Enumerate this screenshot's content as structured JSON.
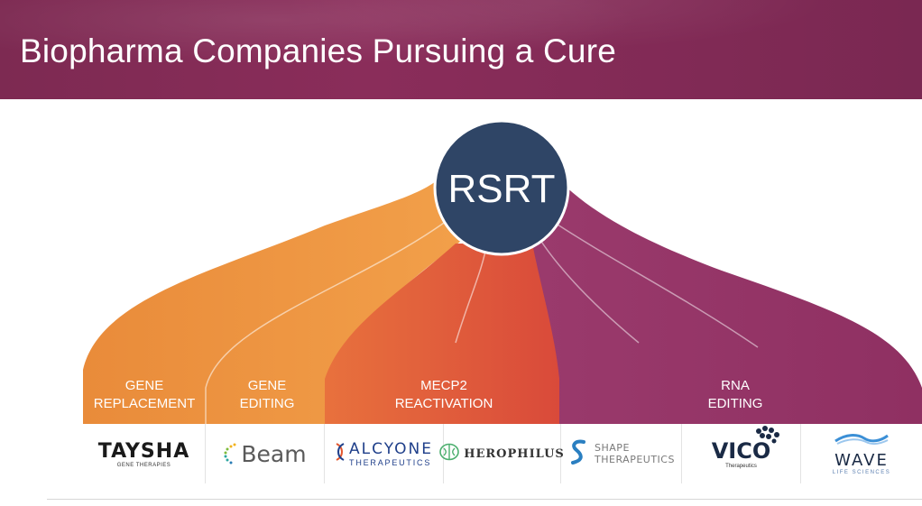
{
  "header": {
    "title": "Biopharma Companies Pursuing a Cure"
  },
  "center_node": {
    "label": "RSRT"
  },
  "categories": [
    {
      "line1": "GENE",
      "line2": "REPLACEMENT",
      "color": "#e9913d"
    },
    {
      "line1": "GENE",
      "line2": "EDITING",
      "color": "#ef9c45"
    },
    {
      "line1": "MECP2",
      "line2": "REACTIVATION",
      "color": "#e25a3d"
    },
    {
      "line1": "RNA",
      "line2": "EDITING",
      "color": "#973769"
    }
  ],
  "companies": [
    {
      "name": "TAYSHA",
      "sub": "GENE THERAPIES",
      "icon": "taysha-logo"
    },
    {
      "name": "Beam",
      "icon": "beam-logo"
    },
    {
      "name": "ALCYONE",
      "sub": "THERAPEUTICS",
      "icon": "alcyone-logo"
    },
    {
      "name": "HEROPHILUS",
      "icon": "herophilus-logo"
    },
    {
      "name": "SHAPE",
      "sub": "THERAPEUTICS",
      "icon": "shape-logo"
    },
    {
      "name": "VICO",
      "sub": "Therapeutics",
      "icon": "vico-logo"
    },
    {
      "name": "WAVE",
      "sub": "LIFE SCIENCES",
      "icon": "wave-logo"
    }
  ],
  "colors": {
    "header": "#812b55",
    "center": "#2f4566",
    "orange": "#eb963f",
    "red": "#e05a3c",
    "plum": "#963669"
  }
}
